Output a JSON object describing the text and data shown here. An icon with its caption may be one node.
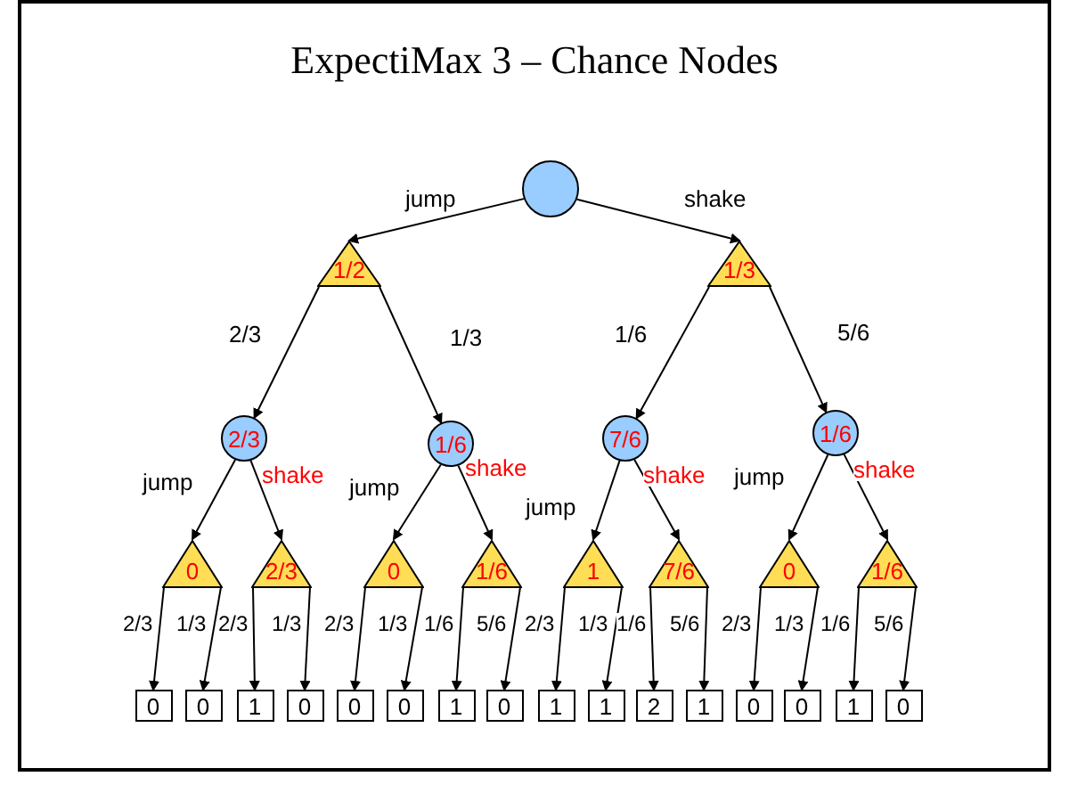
{
  "diagram": {
    "title": "ExpectiMax 3 – Chance Nodes",
    "nodes": [
      {
        "text": [],
        "shape": "circle"
      },
      {
        "text": [
          "1/2"
        ]
      },
      {
        "text": [
          "1/3"
        ]
      },
      {
        "text": [
          "2/3"
        ]
      },
      {
        "text": [
          "1/6"
        ]
      },
      {
        "text": [
          "7/6"
        ]
      },
      {
        "text": [
          "1/6"
        ]
      },
      {
        "text": [
          "0"
        ]
      },
      {
        "text": [
          "2/3"
        ]
      },
      {
        "text": [
          "0"
        ]
      },
      {
        "text": [
          "1/6"
        ]
      },
      {
        "text": [
          "1"
        ]
      },
      {
        "text": [
          "7/6"
        ]
      },
      {
        "text": [
          "0"
        ]
      },
      {
        "text": [
          "1/6"
        ]
      },
      {
        "text": [
          "0"
        ]
      },
      {
        "text": [
          "0"
        ]
      },
      {
        "text": [
          "1"
        ]
      },
      {
        "text": [
          "0"
        ]
      },
      {
        "text": [
          "0"
        ]
      },
      {
        "text": [
          "0"
        ]
      },
      {
        "text": [
          "1"
        ]
      },
      {
        "text": [
          "0"
        ]
      },
      {
        "text": [
          "1"
        ]
      },
      {
        "text": [
          "1"
        ]
      },
      {
        "text": [
          "2"
        ]
      },
      {
        "text": [
          "1"
        ]
      },
      {
        "text": [
          "0"
        ]
      },
      {
        "text": [
          "0"
        ]
      },
      {
        "text": [
          "1"
        ]
      },
      {
        "text": [
          "0"
        ]
      }
    ],
    "edges": [
      {
        "from": 0,
        "to": 1,
        "arrow": "to",
        "label": "jump"
      },
      {
        "from": 0,
        "to": 2,
        "arrow": "to",
        "label": "shake"
      },
      {
        "from": 1,
        "to": 3,
        "arrow": "to",
        "label": "2/3"
      },
      {
        "from": 1,
        "to": 4,
        "arrow": "to",
        "label": "1/3"
      },
      {
        "from": 2,
        "to": 5,
        "arrow": "to",
        "label": "1/6"
      },
      {
        "from": 2,
        "to": 6,
        "arrow": "to",
        "label": "5/6"
      },
      {
        "from": 3,
        "to": 7,
        "arrow": "to",
        "label": "jump"
      },
      {
        "from": 3,
        "to": 8,
        "arrow": "to",
        "label": "shake"
      },
      {
        "from": 4,
        "to": 9,
        "arrow": "to",
        "label": "jump"
      },
      {
        "from": 4,
        "to": 10,
        "arrow": "to",
        "label": "shake"
      },
      {
        "from": 5,
        "to": 11,
        "arrow": "to",
        "label": "jump"
      },
      {
        "from": 5,
        "to": 12,
        "arrow": "to",
        "label": "shake"
      },
      {
        "from": 6,
        "to": 13,
        "arrow": "to",
        "label": "jump"
      },
      {
        "from": 6,
        "to": 14,
        "arrow": "to",
        "label": "shake"
      },
      {
        "from": 7,
        "to": 15,
        "arrow": "to",
        "label": "2/3"
      },
      {
        "from": 7,
        "to": 16,
        "arrow": "to",
        "label": "1/3"
      },
      {
        "from": 8,
        "to": 17,
        "arrow": "to",
        "label": "2/3"
      },
      {
        "from": 8,
        "to": 18,
        "arrow": "to",
        "label": "1/3"
      },
      {
        "from": 9,
        "to": 19,
        "arrow": "to",
        "label": "2/3"
      },
      {
        "from": 9,
        "to": 20,
        "arrow": "to",
        "label": "1/3"
      },
      {
        "from": 10,
        "to": 21,
        "arrow": "to",
        "label": "1/6"
      },
      {
        "from": 10,
        "to": 22,
        "arrow": "to",
        "label": "5/6"
      },
      {
        "from": 11,
        "to": 23,
        "arrow": "to",
        "label": "2/3"
      },
      {
        "from": 11,
        "to": 24,
        "arrow": "to",
        "label": "1/3"
      },
      {
        "from": 12,
        "to": 25,
        "arrow": "to",
        "label": "1/6"
      },
      {
        "from": 12,
        "to": 26,
        "arrow": "to",
        "label": "5/6"
      },
      {
        "from": 13,
        "to": 27,
        "arrow": "to",
        "label": "2/3"
      },
      {
        "from": 13,
        "to": 28,
        "arrow": "to",
        "label": "1/3"
      },
      {
        "from": 14,
        "to": 29,
        "arrow": "to",
        "label": "1/6"
      },
      {
        "from": 14,
        "to": 30,
        "arrow": "to",
        "label": "5/6"
      }
    ]
  }
}
